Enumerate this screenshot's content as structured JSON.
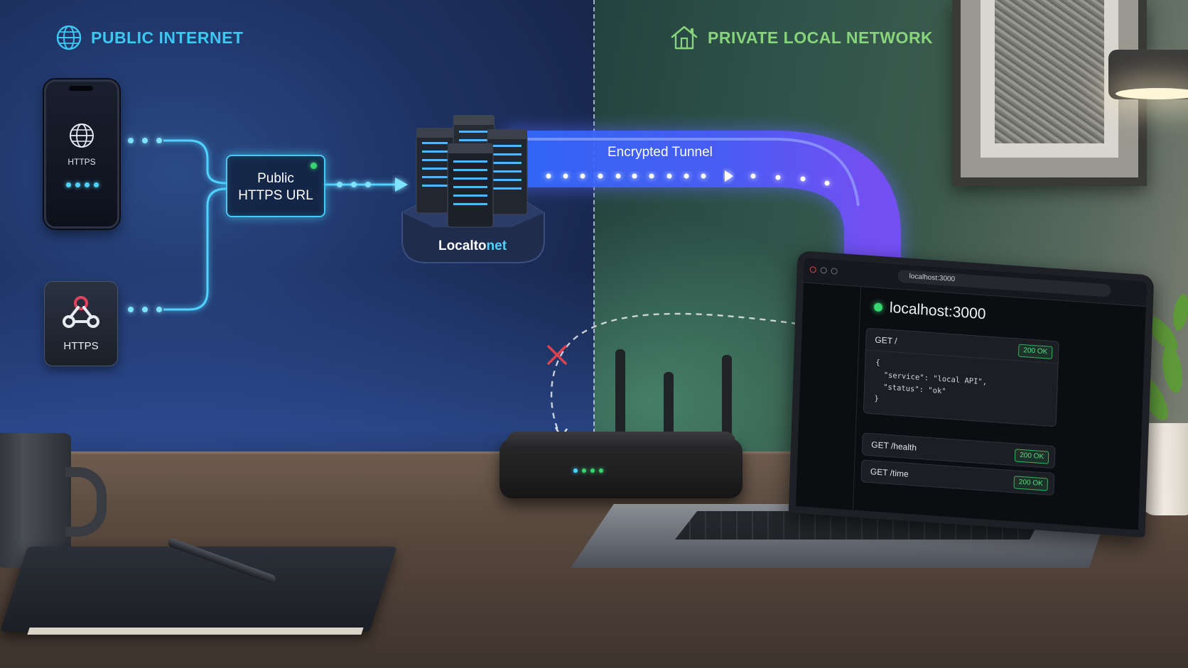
{
  "regions": {
    "public": {
      "label": "PUBLIC INTERNET",
      "color": "#3cc8f0"
    },
    "private": {
      "label": "PRIVATE LOCAL NETWORK",
      "color": "#88d47a"
    }
  },
  "clients": {
    "phone": {
      "label": "HTTPS",
      "icon": "globe-icon"
    },
    "webhook": {
      "label": "HTTPS",
      "icon": "webhook-icon"
    }
  },
  "public_url": {
    "label_line1": "Public",
    "label_line2": "HTTPS URL"
  },
  "relay": {
    "label_prefix": "Localto",
    "label_suffix": "net"
  },
  "tunnel": {
    "label": "Encrypted Tunnel"
  },
  "blocked_path": {
    "icon": "x-icon"
  },
  "browser": {
    "url": "localhost:3000",
    "heading": "localhost:3000",
    "requests": [
      {
        "method_path": "GET /",
        "status": "200 OK",
        "body": [
          "{",
          "\"service\": \"local API\",",
          "\"status\": \"ok\"",
          "}"
        ]
      },
      {
        "method_path": "GET /health",
        "status": "200 OK"
      },
      {
        "method_path": "GET /time",
        "status": "200 OK"
      }
    ]
  },
  "colors": {
    "flow_line": "#4fd2ff",
    "tunnel_start": "#2f6bff",
    "tunnel_end": "#6a4dff",
    "ok_green": "#37d66f",
    "blocked_red": "#e0424d"
  }
}
